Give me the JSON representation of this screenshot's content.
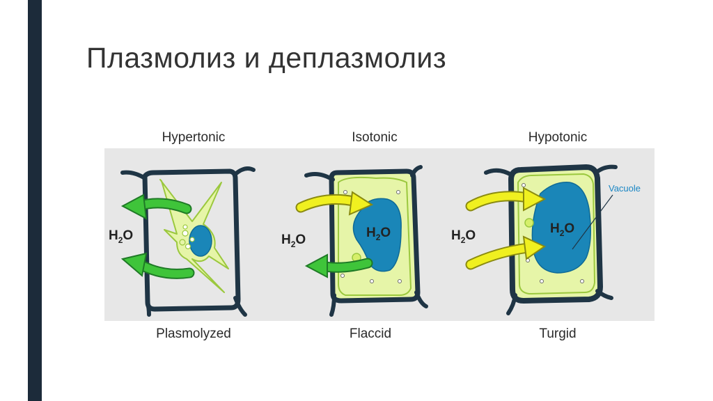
{
  "slide": {
    "title": "Плазмолиз и деплазмолиз"
  },
  "diagram": {
    "panels": [
      {
        "condition": "Hypertonic",
        "state": "Plasmolyzed"
      },
      {
        "condition": "Isotonic",
        "state": "Flaccid"
      },
      {
        "condition": "Hypotonic",
        "state": "Turgid"
      }
    ],
    "water_label": {
      "main": "H",
      "sub": "2",
      "tail": "O"
    },
    "vacuole_label": "Vacuole",
    "colors": {
      "background": "#e7e7e7",
      "cell_wall": "#1f3545",
      "cytoplasm": "#e6f5a8",
      "cytoplasm_edge": "#9bc83e",
      "vacuole": "#1a86b8",
      "arrow_out": "#3fc43a",
      "arrow_in": "#f0f020"
    }
  }
}
